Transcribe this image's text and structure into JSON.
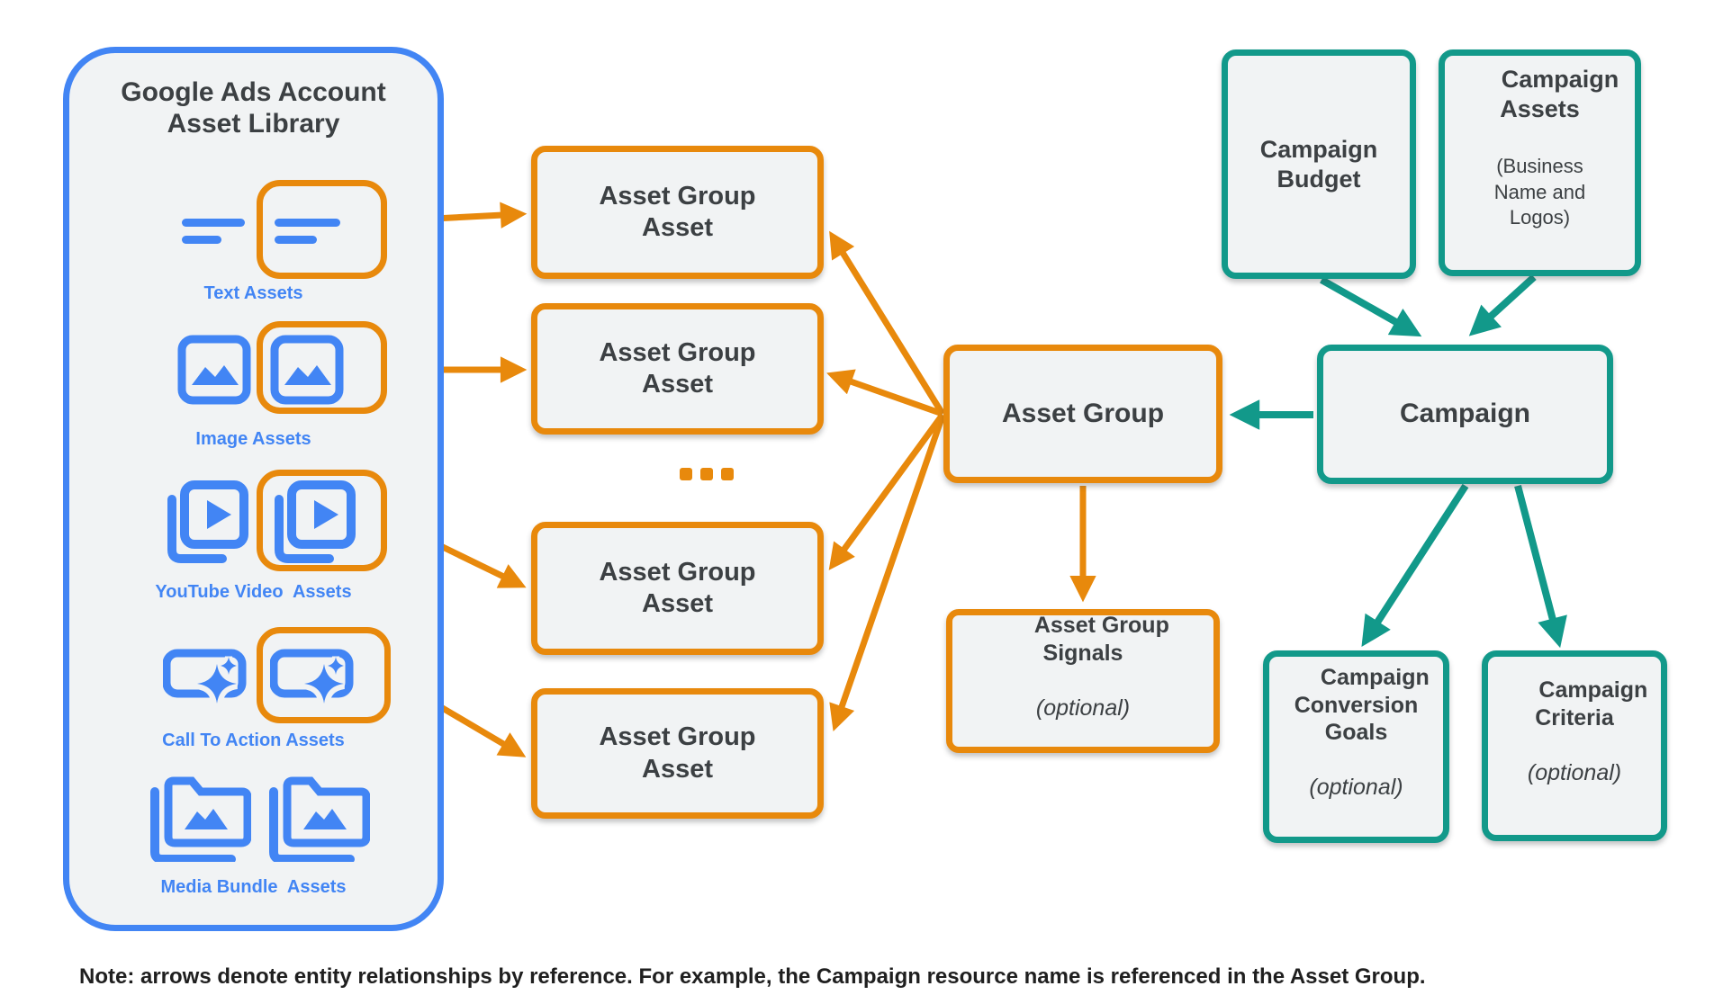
{
  "colors": {
    "orange": "#E8890C",
    "teal": "#12998A",
    "blue": "#4285F4",
    "box_fill": "#F1F3F4",
    "text_dark": "#3C4043",
    "note_text": "#1F1F1F"
  },
  "library": {
    "title": "Google Ads Account\nAsset Library",
    "asset_types": [
      {
        "label": "Text Assets",
        "icon": "text-asset-icon"
      },
      {
        "label": "Image Assets",
        "icon": "image-asset-icon"
      },
      {
        "label": "YouTube Video  Assets",
        "icon": "youtube-video-asset-icon"
      },
      {
        "label": "Call To Action Assets",
        "icon": "call-to-action-asset-icon"
      },
      {
        "label": "Media Bundle  Assets",
        "icon": "media-bundle-asset-icon"
      }
    ]
  },
  "asset_group_assets": [
    {
      "label": "Asset Group\nAsset"
    },
    {
      "label": "Asset Group\nAsset"
    },
    {
      "label": "Asset Group\nAsset"
    },
    {
      "label": "Asset Group\nAsset"
    }
  ],
  "ellipsis": "...",
  "asset_group": {
    "label": "Asset Group"
  },
  "asset_group_signals": {
    "label": "Asset Group\nSignals",
    "qualifier": "(optional)"
  },
  "campaign_budget": {
    "label": "Campaign\nBudget"
  },
  "campaign_assets": {
    "label": "Campaign\nAssets",
    "sublabel": "(Business\nName and\nLogos)"
  },
  "campaign": {
    "label": "Campaign"
  },
  "campaign_conversion_goals": {
    "label": "Campaign\nConversion\nGoals",
    "qualifier": "(optional)"
  },
  "campaign_criteria": {
    "label": "Campaign\nCriteria",
    "qualifier": "(optional)"
  },
  "note": "Note: arrows denote entity relationships by reference. For example, the Campaign resource name is referenced in the Asset Group."
}
